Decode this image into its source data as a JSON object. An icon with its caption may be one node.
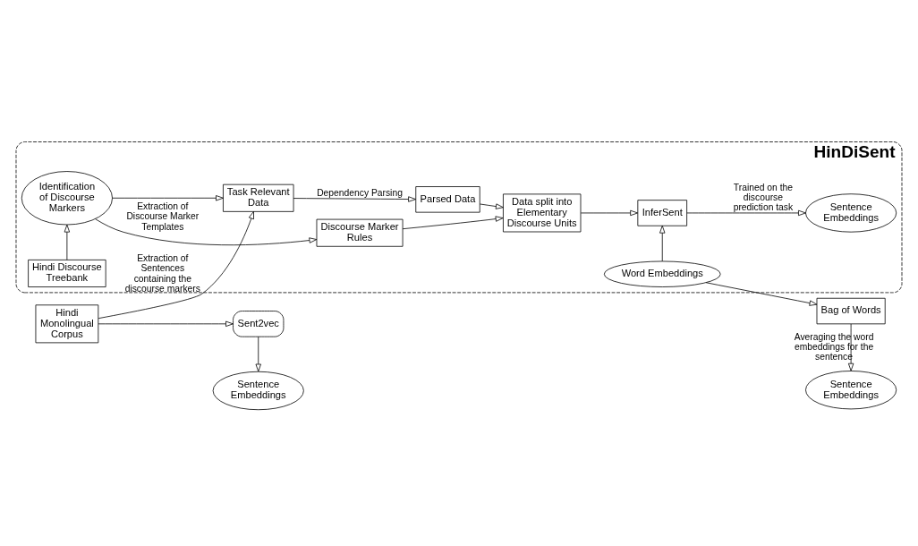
{
  "diagram": {
    "nodes": [
      {
        "text": [
          "HinDiSent"
        ]
      },
      {
        "text": [
          "Hindi Discourse Treebank"
        ],
        "in": 0
      },
      {
        "text": [
          "Identification of Discourse Markers"
        ],
        "in": 0
      },
      {
        "text": [
          "Discourse Marker Rules"
        ],
        "in": 0
      },
      {
        "text": [
          "Data split into Elementary Discourse Units"
        ],
        "in": 0
      },
      {
        "text": [
          "InferSent"
        ],
        "in": 0
      },
      {
        "text": [
          "Sentence Embeddings"
        ],
        "in": 0
      },
      {
        "text": [
          "Task Relevant Data"
        ],
        "in": 0
      },
      {
        "text": [
          "Parsed Data"
        ],
        "in": 0
      },
      {
        "text": [
          "Word Embeddings"
        ],
        "in": 0
      },
      {
        "text": [
          "Hindi Monolingual Corpus"
        ]
      },
      {
        "text": [
          "Sent2vec"
        ]
      },
      {
        "text": [
          "Bag of Words"
        ]
      },
      {
        "text": [
          "Sentence Embeddings"
        ]
      },
      {
        "text": [
          "Sentence Embeddings"
        ]
      }
    ],
    "edges": [
      {
        "from": 1,
        "to": 2,
        "arrow": "to"
      },
      {
        "from": 2,
        "to": 3,
        "arrow": "to",
        "label": "Extraction of Discourse Marker Templates"
      },
      {
        "from": 3,
        "to": 4,
        "arrow": "to"
      },
      {
        "from": 4,
        "to": 5,
        "arrow": "to"
      },
      {
        "from": 5,
        "to": 6,
        "arrow": "to",
        "label": "Trained on the discourse prediction task"
      },
      {
        "from": 2,
        "to": 7,
        "arrow": "to"
      },
      {
        "from": 10,
        "to": 7,
        "arrow": "to",
        "label": "Extraction of Sentences containing the discourse markers"
      },
      {
        "from": 7,
        "to": 8,
        "arrow": "to",
        "label": "Dependency Parsing"
      },
      {
        "from": 8,
        "to": 4,
        "arrow": "to"
      },
      {
        "from": 9,
        "to": 5,
        "arrow": "to"
      },
      {
        "from": 9,
        "to": 12,
        "arrow": "to"
      },
      {
        "from": 10,
        "to": 11,
        "arrow": "to"
      },
      {
        "from": 11,
        "to": 13,
        "arrow": "to"
      },
      {
        "from": 12,
        "to": 14,
        "arrow": "to",
        "label": "Averaging the word embeddings for the sentence"
      }
    ]
  }
}
